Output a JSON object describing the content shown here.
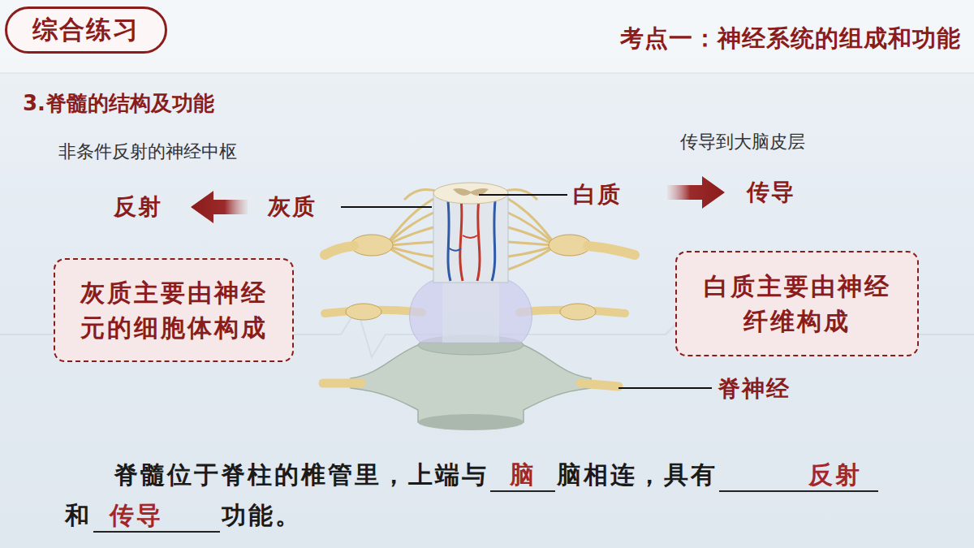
{
  "diagram": {
    "title": "考点一：神经系统的组成和功能",
    "nodes": [
      {
        "text": [
          "综合练习"
        ]
      },
      {
        "text": [
          "灰质主要由神经元的细胞体构成"
        ]
      },
      {
        "text": [
          "白质主要由神经纤维构成"
        ]
      }
    ],
    "labels": [
      "3.脊髓的结构及功能",
      "非条件反射的神经中枢",
      "传导到大脑皮层",
      "反射",
      "灰质",
      "白质",
      "传导",
      "脊神经",
      "脊髓位于脊柱的椎管里，上端与",
      "脑",
      "脑相连，具有",
      "反射",
      "和",
      "传导",
      "功能。"
    ]
  }
}
